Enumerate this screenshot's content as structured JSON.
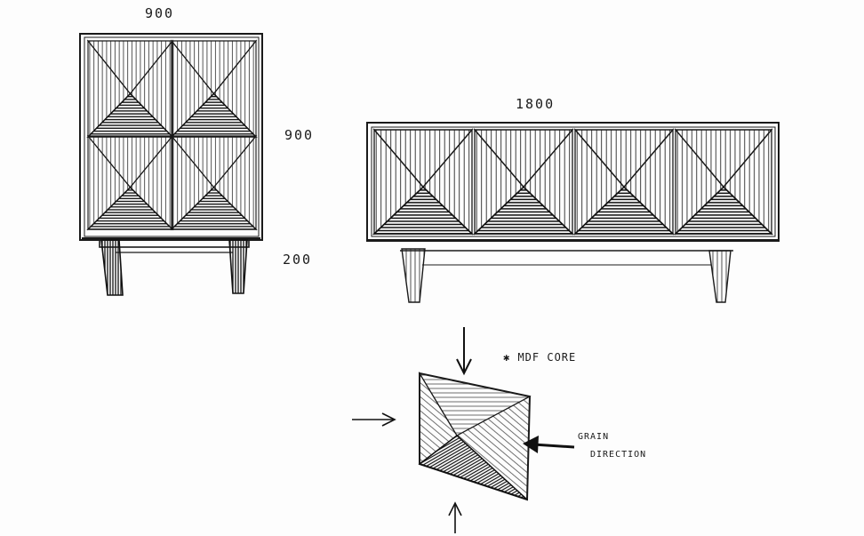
{
  "annotations": {
    "width_small": "900",
    "height_small": "900",
    "leg_height": "200",
    "width_large": "1800",
    "core_note": "✱ MDF CORE",
    "grain_line1": "GRAIN",
    "grain_line2": "DIRECTION"
  },
  "colors": {
    "ink": "#1a1a1a",
    "paper": "#fdfdfd"
  }
}
